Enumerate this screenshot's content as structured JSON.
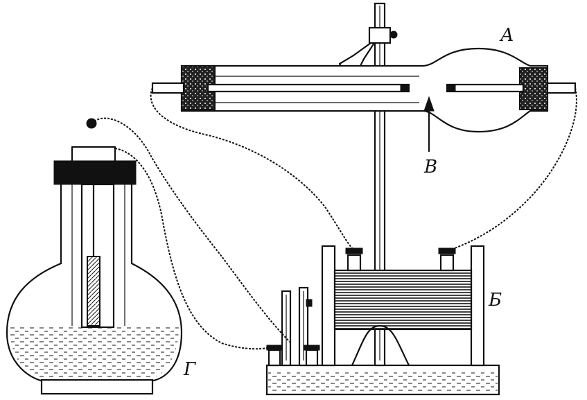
{
  "labels": {
    "tube": "А",
    "arrow": "В",
    "coil": "Б",
    "flask": "Г"
  }
}
